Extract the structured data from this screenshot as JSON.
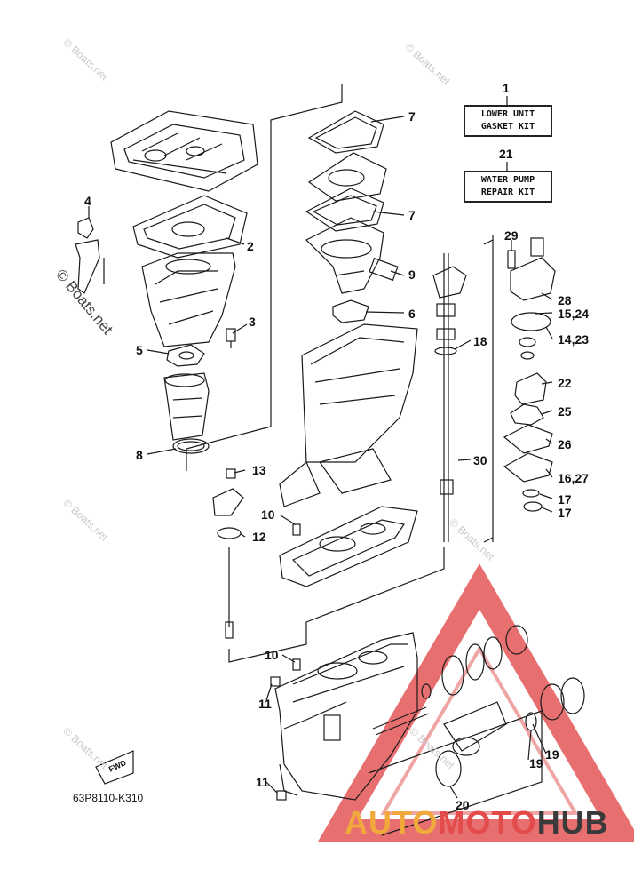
{
  "watermark": "© Boats.net",
  "drawing_code": "63P8110-K310",
  "fwd_label": "FWD",
  "kits": {
    "lower_unit": {
      "number": "1",
      "line1": "LOWER UNIT",
      "line2": "GASKET KIT"
    },
    "water_pump": {
      "number": "21",
      "line1": "WATER PUMP",
      "line2": "REPAIR KIT"
    }
  },
  "callouts": {
    "c2": "2",
    "c3": "3",
    "c4": "4",
    "c5": "5",
    "c6": "6",
    "c7a": "7",
    "c7b": "7",
    "c8": "8",
    "c9": "9",
    "c10a": "10",
    "c10b": "10",
    "c11a": "11",
    "c11b": "11",
    "c12": "12",
    "c13": "13",
    "c14_23": "14,23",
    "c15_24": "15,24",
    "c16_27": "16,27",
    "c17a": "17",
    "c17b": "17",
    "c18": "18",
    "c19a": "19",
    "c19b": "19",
    "c20": "20",
    "c22": "22",
    "c25": "25",
    "c26": "26",
    "c28": "28",
    "c29": "29",
    "c30": "30"
  },
  "brand": {
    "part1": "AUTO",
    "part2": "MOTO",
    "part3": "HUB",
    "color1": "#f2a93b",
    "color2": "#e34b4b",
    "color3": "#3a3a3a"
  }
}
